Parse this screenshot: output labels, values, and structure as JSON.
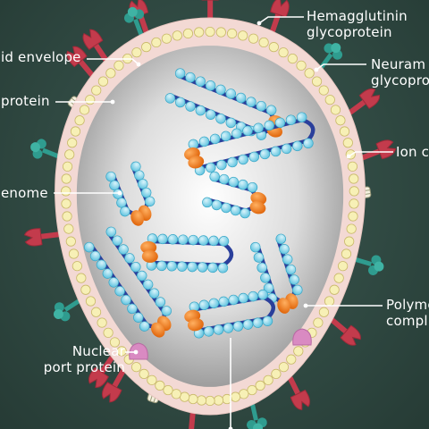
{
  "labels": {
    "hemagglutinin": {
      "line1": "Hemagglutinin",
      "line2": "glycoprotein"
    },
    "lipid_envelope": "id envelope",
    "matrix_protein": "protein",
    "neuraminidase": {
      "line1": "Neuram",
      "line2": "glycoprot"
    },
    "ion_channel": "Ion c",
    "rna_genome": "enome",
    "polymerase": {
      "line1": "Polyme",
      "line2": "compl"
    },
    "nuclear_export": {
      "line1": "Nuclear",
      "line2": "port protein"
    }
  },
  "colors": {
    "background": "#2f4841",
    "envelope_outer": "#f3d9d4",
    "envelope_inner_bead": "#f7f0b6",
    "interior_center": "#ffffff",
    "interior_edge": "#9a9a9a",
    "hemagglutinin": "#c33b4c",
    "neuraminidase": "#2f9c8f",
    "rna_strand": "#2a3f9b",
    "nucleoprotein": "#6fcfe6",
    "polymerase": "#ef7a17",
    "nuclear_export_protein": "#d98ac2",
    "leader_line": "#ffffff"
  }
}
